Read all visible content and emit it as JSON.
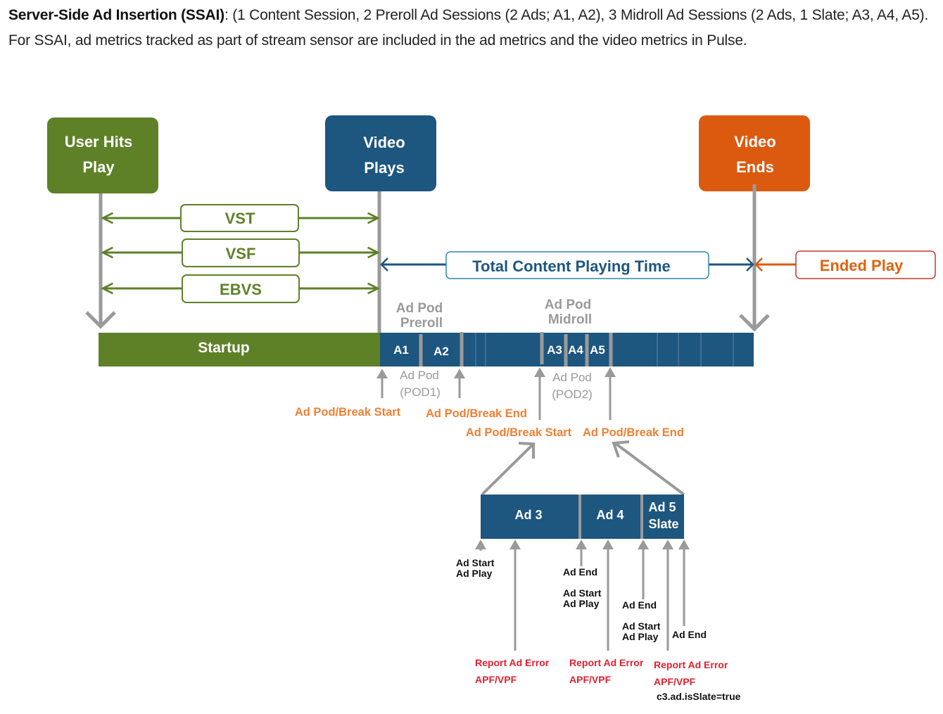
{
  "intro": {
    "bold": "Server-Side Ad Insertion (SSAI)",
    "text": ": (1 Content Session, 2 Preroll Ad Sessions (2 Ads; A1, A2), 3 Midroll Ad Sessions (2 Ads, 1 Slate; A3, A4, A5). For SSAI, ad metrics tracked as part of stream sensor are included in the ad metrics and the video metrics in Pulse."
  },
  "colors": {
    "green": "#5e8128",
    "blue": "#1d567f",
    "orange": "#dc5a10",
    "gray": "#9a9a9a",
    "red": "#e02030",
    "light_orange": "#f07f33"
  },
  "events": {
    "user_hits_play": [
      "User Hits",
      "Play"
    ],
    "video_plays": [
      "Video",
      "Plays"
    ],
    "video_ends": [
      "Video",
      "Ends"
    ]
  },
  "metrics": {
    "vst": "VST",
    "vsf": "VSF",
    "ebvs": "EBVS",
    "total_content": "Total Content Playing Time",
    "ended_play": "Ended Play"
  },
  "timeline": {
    "startup": "Startup",
    "preroll_title": [
      "Ad Pod",
      "Preroll"
    ],
    "midroll_title": [
      "Ad Pod",
      "Midroll"
    ],
    "ads": [
      "A1",
      "A2",
      "A3",
      "A4",
      "A5"
    ],
    "pod1": [
      "Ad Pod",
      "(POD1)"
    ],
    "pod2": [
      "Ad Pod",
      "(POD2)"
    ],
    "break_start": "Ad Pod/Break Start",
    "break_end": "Ad Pod/Break End"
  },
  "detail": {
    "ad3": "Ad 3",
    "ad4": "Ad 4",
    "ad5": [
      "Ad 5",
      "Slate"
    ],
    "ad_start": "Ad Start",
    "ad_play": "Ad Play",
    "ad_end": "Ad End",
    "report_error": "Report Ad Error",
    "apf_vpf": "APF/VPF",
    "slate_flag": "c3.ad.isSlate=true"
  }
}
